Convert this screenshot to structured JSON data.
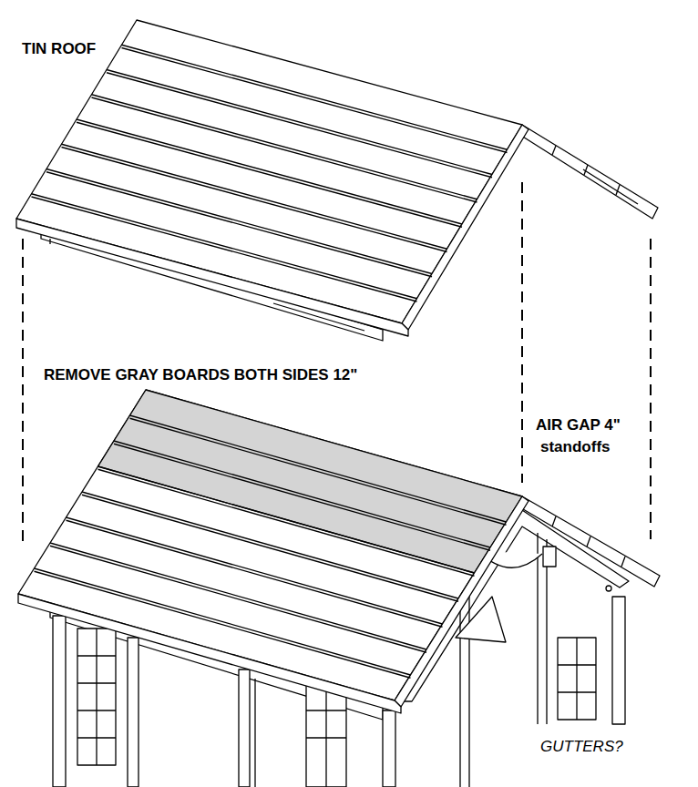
{
  "diagram": {
    "labels": [
      "TIN ROOF",
      "REMOVE GRAY BOARDS BOTH SIDES 12\"",
      "AIR GAP 4\"",
      "standoffs",
      "GUTTERS?"
    ]
  }
}
